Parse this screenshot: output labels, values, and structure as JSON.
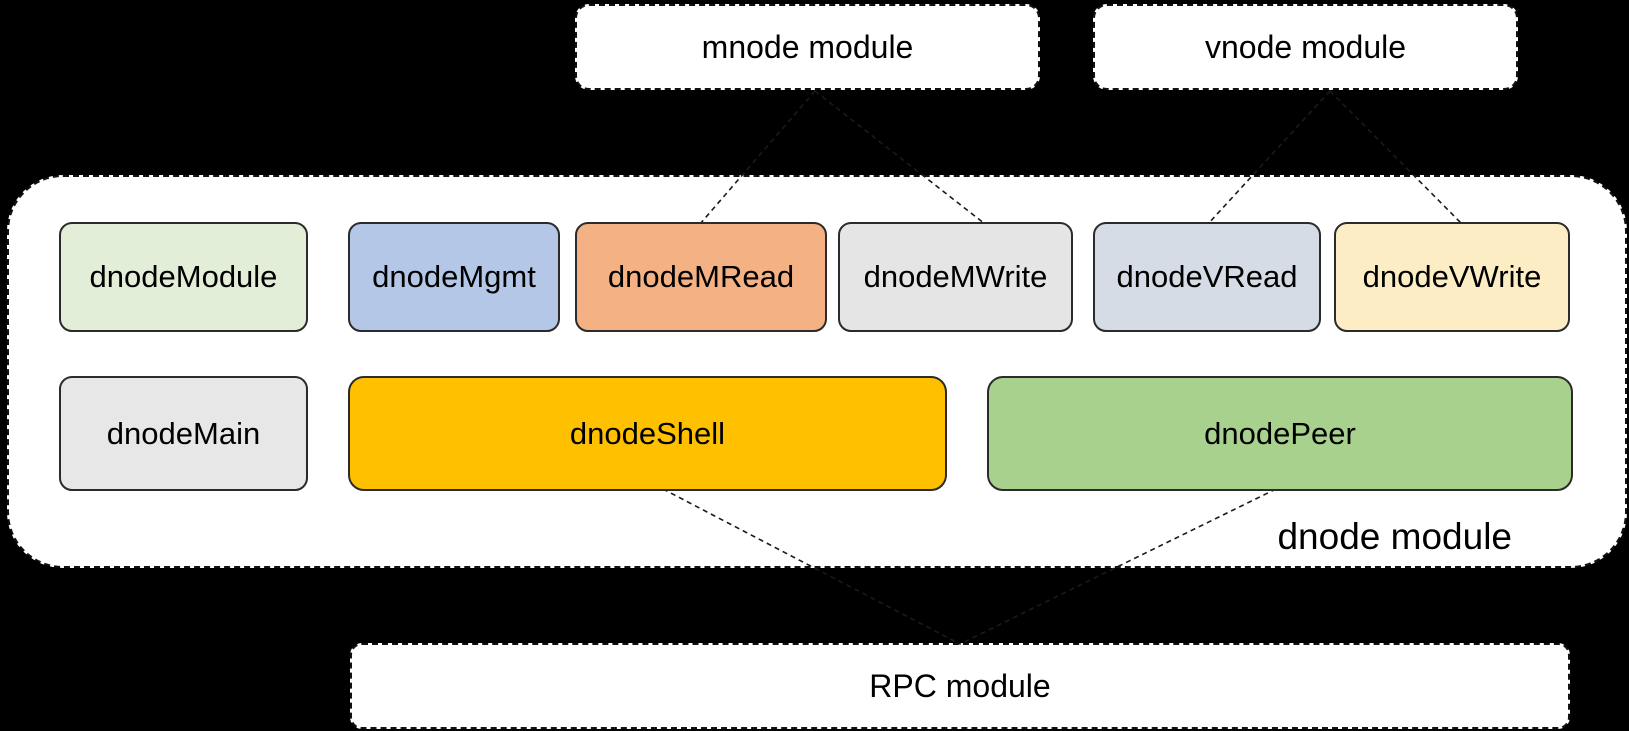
{
  "colors": {
    "background": "#000000",
    "module_box_fill": "#ffffff",
    "dnode_module_fill": "#e2eed7",
    "dnode_mgmt_fill": "#b4c7e7",
    "dnode_mread_fill": "#f4b183",
    "dnode_mwrite_fill": "#e5e5e5",
    "dnode_vread_fill": "#d6dce5",
    "dnode_vwrite_fill": "#fcedc5",
    "dnode_main_fill": "#e7e7e7",
    "dnode_shell_fill": "#ffc000",
    "dnode_peer_fill": "#a9d18e",
    "border": "#1a1a1a"
  },
  "top_modules": {
    "mnode": {
      "label": "mnode module"
    },
    "vnode": {
      "label": "vnode module"
    }
  },
  "dnode": {
    "container_label": "dnode module",
    "row1": [
      {
        "label": "dnodeModule",
        "fill": "#e2eed7"
      },
      {
        "label": "dnodeMgmt",
        "fill": "#b4c7e7"
      },
      {
        "label": "dnodeMRead",
        "fill": "#f4b183"
      },
      {
        "label": "dnodeMWrite",
        "fill": "#e5e5e5"
      },
      {
        "label": "dnodeVRead",
        "fill": "#d6dce5"
      },
      {
        "label": "dnodeVWrite",
        "fill": "#fcedc5"
      }
    ],
    "row2": [
      {
        "label": "dnodeMain",
        "fill": "#e7e7e7"
      },
      {
        "label": "dnodeShell",
        "fill": "#ffc000"
      },
      {
        "label": "dnodePeer",
        "fill": "#a9d18e"
      }
    ]
  },
  "bottom_module": {
    "label": "RPC module"
  },
  "connectors": [
    {
      "from": "mnode module",
      "to": "dnodeMRead"
    },
    {
      "from": "mnode module",
      "to": "dnodeMWrite"
    },
    {
      "from": "vnode module",
      "to": "dnodeVRead"
    },
    {
      "from": "vnode module",
      "to": "dnodeVWrite"
    },
    {
      "from": "dnodeShell",
      "to": "RPC module"
    },
    {
      "from": "dnodePeer",
      "to": "RPC module"
    }
  ]
}
